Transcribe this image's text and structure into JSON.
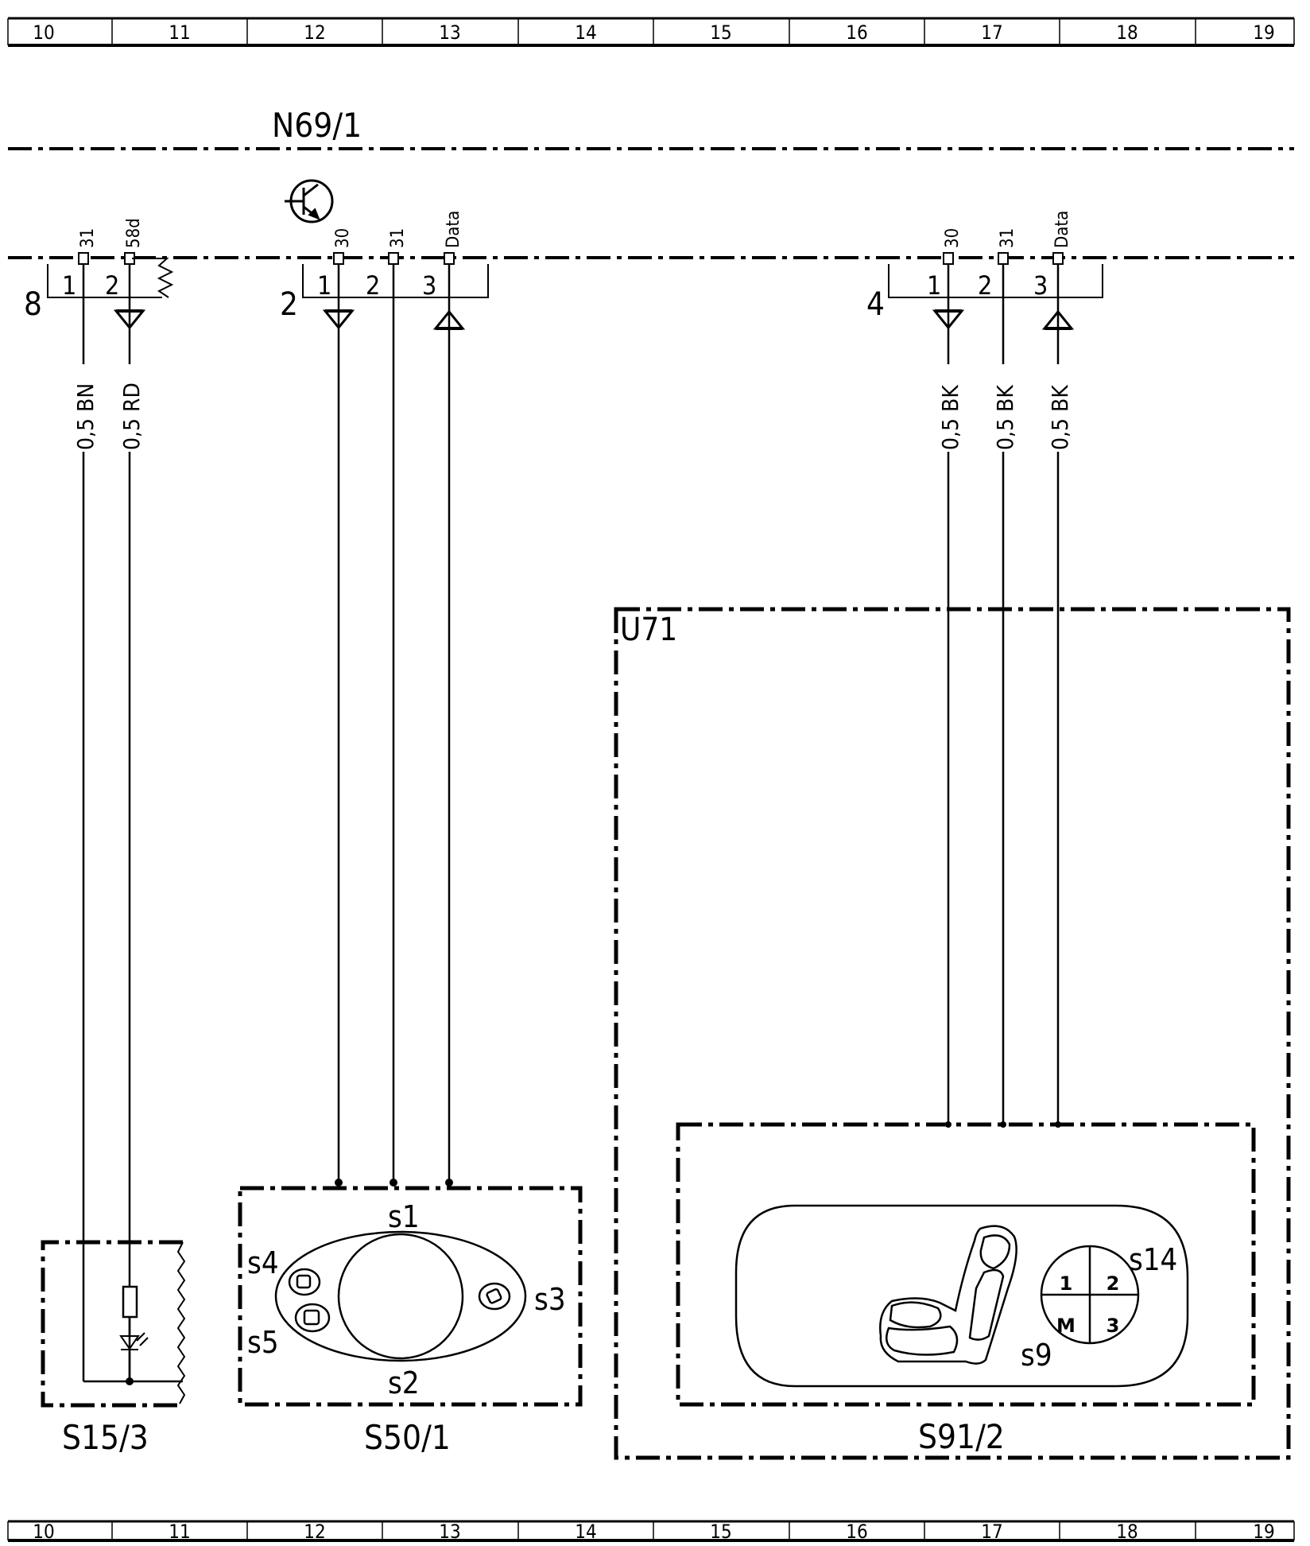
{
  "grid": {
    "columns": [
      "10",
      "11",
      "12",
      "13",
      "14",
      "15",
      "16",
      "17",
      "18",
      "19"
    ]
  },
  "bus": {
    "label": "N69/1"
  },
  "connector_groups": [
    {
      "id": "8",
      "pins": [
        {
          "num": "1",
          "terminal": "31",
          "wire": "0,5 BN"
        },
        {
          "num": "2",
          "terminal": "58d",
          "wire": "0,5 RD"
        }
      ]
    },
    {
      "id": "2",
      "pins": [
        {
          "num": "1",
          "terminal": "30"
        },
        {
          "num": "2",
          "terminal": "31"
        },
        {
          "num": "3",
          "terminal": "Data"
        }
      ]
    },
    {
      "id": "4",
      "pins": [
        {
          "num": "1",
          "terminal": "30",
          "wire": "0,5 BK"
        },
        {
          "num": "2",
          "terminal": "31",
          "wire": "0,5 BK"
        },
        {
          "num": "3",
          "terminal": "Data",
          "wire": "0,5 BK"
        }
      ]
    }
  ],
  "components": {
    "s15_3": {
      "label": "S15/3"
    },
    "s50_1": {
      "label": "S50/1",
      "switches": {
        "s1": "s1",
        "s2": "s2",
        "s3": "s3",
        "s4": "s4",
        "s5": "s5"
      }
    },
    "u71": {
      "label": "U71"
    },
    "s91_2": {
      "label": "S91/2",
      "memory_buttons": {
        "b1": "1",
        "b2": "2",
        "bm": "M",
        "b3": "3"
      },
      "switches": {
        "s9": "s9",
        "s14": "s14"
      }
    }
  },
  "icons": {
    "transistor": "transistor-icon",
    "resistor": "resistor-icon",
    "led": "led-icon",
    "seat": "seat-icon"
  }
}
